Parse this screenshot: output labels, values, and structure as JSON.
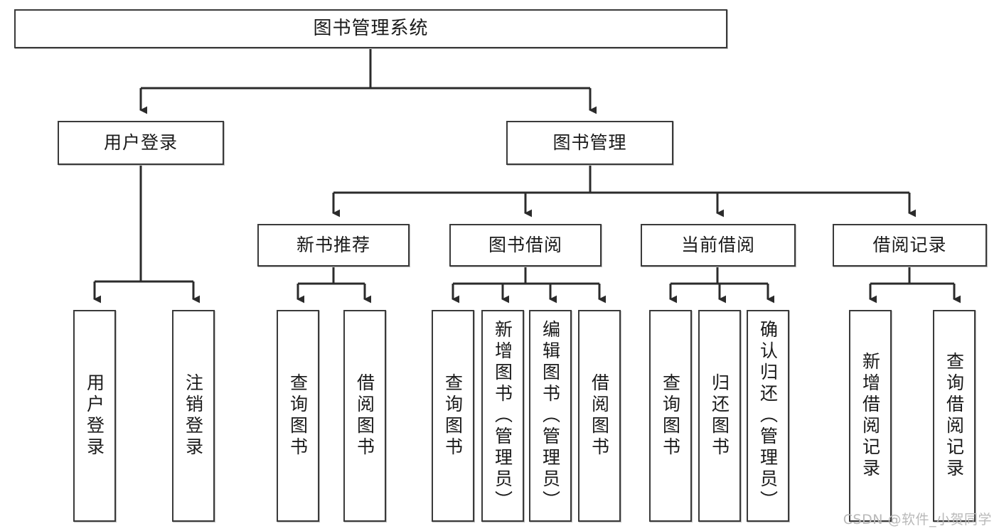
{
  "diagram": {
    "type": "tree-hierarchy",
    "title": "图书管理系统",
    "colors": {
      "box_border": "#3a3a3a",
      "box_fill": "#ffffff",
      "connector": "#2b2b2b",
      "text": "#1a1a1a",
      "watermark": "#b9b9b9",
      "background": "#ffffff"
    },
    "root": {
      "label": "图书管理系统"
    },
    "level2": [
      {
        "label": "用户登录"
      },
      {
        "label": "图书管理"
      }
    ],
    "level3": [
      {
        "label": "新书推荐"
      },
      {
        "label": "图书借阅"
      },
      {
        "label": "当前借阅"
      },
      {
        "label": "借阅记录"
      }
    ],
    "leaves": {
      "user_login": [
        {
          "label": "用户登录"
        },
        {
          "label": "注销登录"
        }
      ],
      "new_book_recommend": [
        {
          "label": "查询图书"
        },
        {
          "label": "借阅图书"
        }
      ],
      "book_borrow": [
        {
          "label": "查询图书"
        },
        {
          "label": "新增图书（管理员）"
        },
        {
          "label": "编辑图书（管理员）"
        },
        {
          "label": "借阅图书"
        }
      ],
      "current_borrow": [
        {
          "label": "查询图书"
        },
        {
          "label": "归还图书"
        },
        {
          "label": "确认归还（管理员）"
        }
      ],
      "borrow_record": [
        {
          "label": "新增借阅记录"
        },
        {
          "label": "查询借阅记录"
        }
      ]
    }
  },
  "watermark": {
    "text": "CSDN @软件_小贺同学"
  }
}
